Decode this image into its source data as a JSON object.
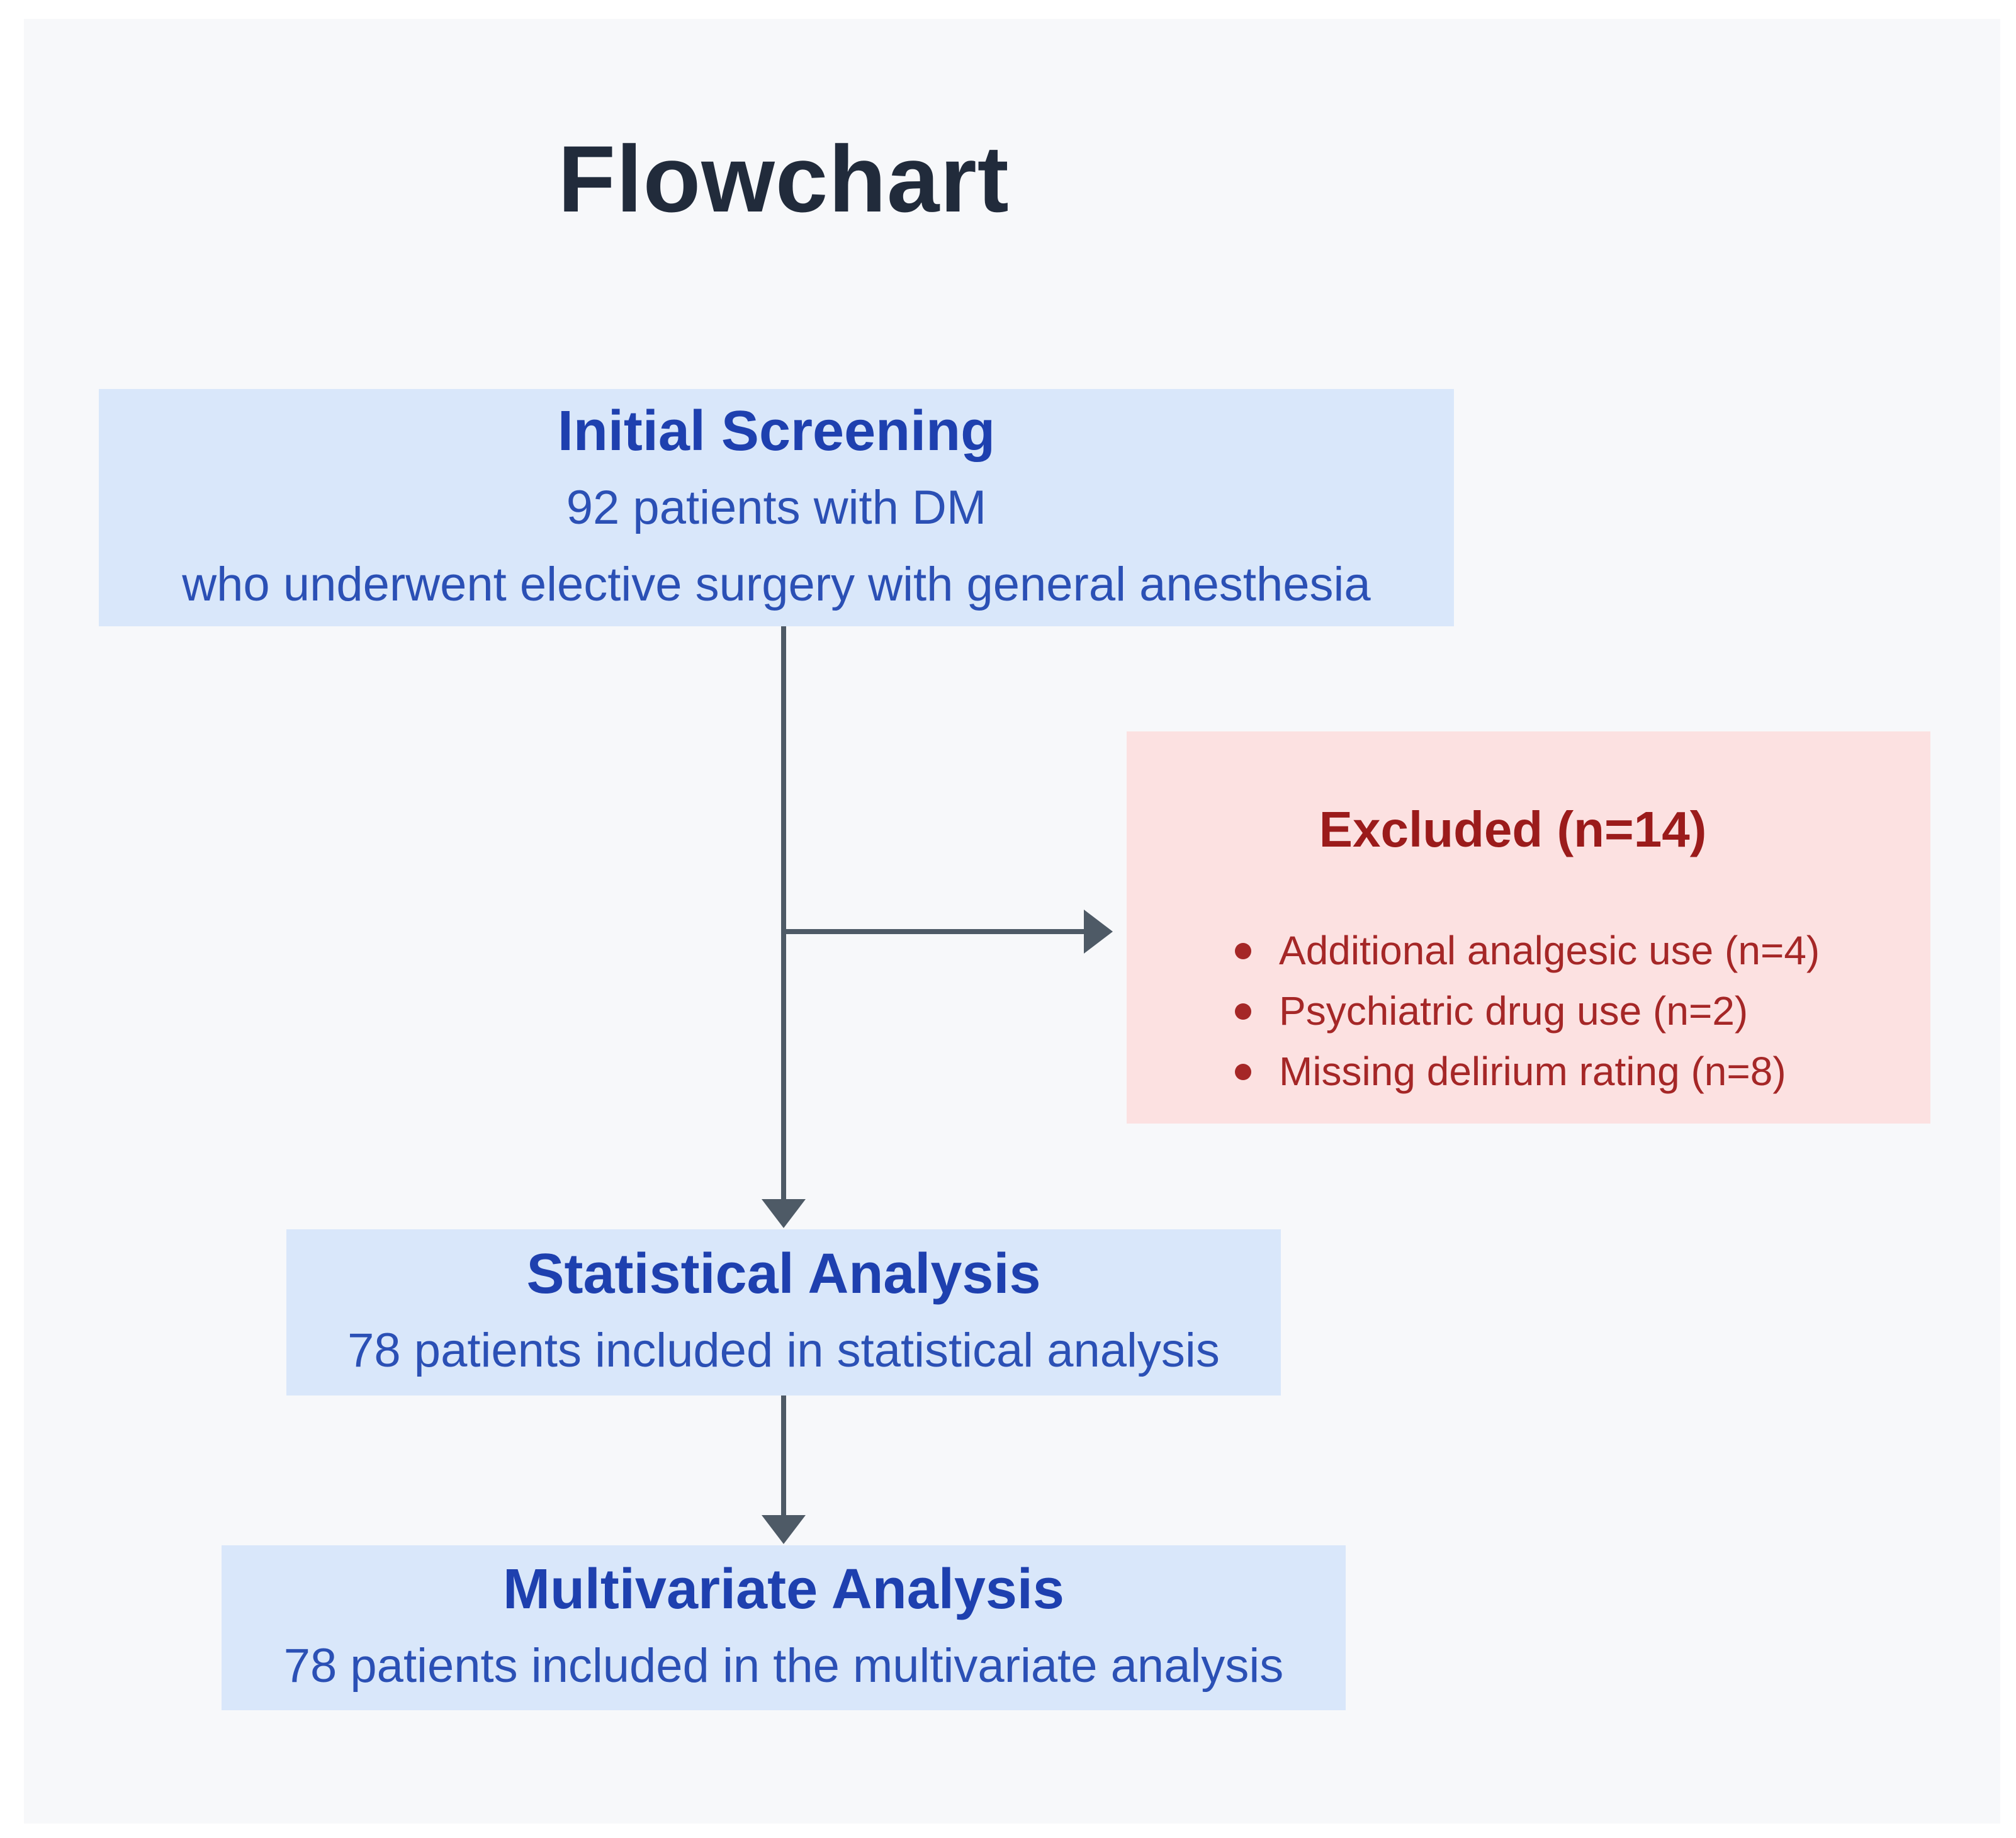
{
  "title": "Flowchart",
  "colors": {
    "panel_bg": "#f7f8fa",
    "title_text": "#212b3b",
    "blue_node_bg": "#d9e7fa",
    "blue_node_heading": "#1e40af",
    "blue_node_text": "#2b50b5",
    "excluded_bg": "#fce1e1",
    "excluded_heading": "#9b1b1b",
    "excluded_text": "#a52727",
    "arrow": "#4e5a66"
  },
  "nodes": {
    "initial_screening": {
      "heading": "Initial Screening",
      "line1": "92 patients with DM",
      "line2": "who underwent elective surgery with general anesthesia"
    },
    "excluded": {
      "heading": "Excluded (n=14)",
      "items": [
        "Additional analgesic use (n=4)",
        "Psychiatric drug use (n=2)",
        "Missing delirium rating (n=8)"
      ]
    },
    "statistical_analysis": {
      "heading": "Statistical Analysis",
      "line1": "78 patients included in statistical analysis"
    },
    "multivariate_analysis": {
      "heading": "Multivariate Analysis",
      "line1": "78 patients included in the multivariate analysis"
    }
  }
}
